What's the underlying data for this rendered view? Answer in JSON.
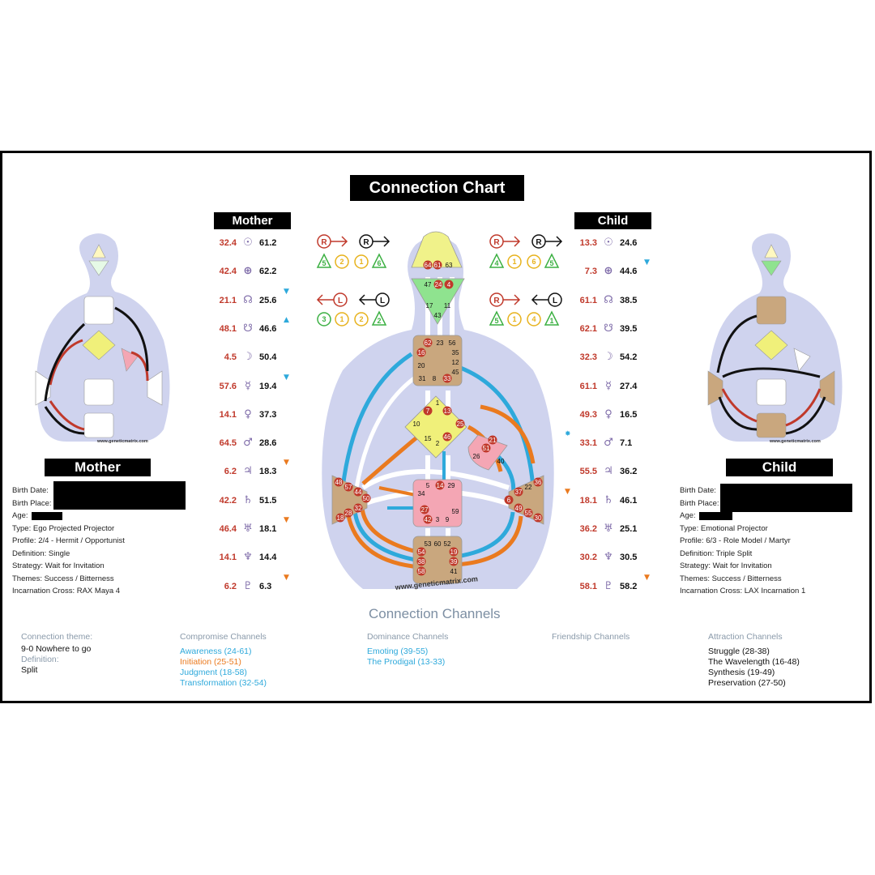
{
  "title": "Connection Chart",
  "mother_label": "Mother",
  "child_label": "Child",
  "watermark": "www.geneticmatrix.com",
  "mother_info": {
    "birth_date_label": "Birth Date:",
    "birth_place_label": "Birth Place:",
    "age_label": "Age:",
    "type": "Type: Ego Projected Projector",
    "profile": "Profile: 2/4 - Hermit / Opportunist",
    "definition": "Definition: Single",
    "strategy": "Strategy: Wait for Invitation",
    "themes": "Themes: Success / Bitterness",
    "cross": "Incarnation Cross: RAX Maya 4"
  },
  "child_info": {
    "birth_date_label": "Birth Date:",
    "birth_place_label": "Birth Place:",
    "age_label": "Age:",
    "type": "Type: Emotional Projector",
    "profile": "Profile: 6/3 - Role Model / Martyr",
    "definition": "Definition: Triple Split",
    "strategy": "Strategy: Wait for Invitation",
    "themes": "Themes: Success / Bitterness",
    "cross": "Incarnation Cross: LAX Incarnation 1"
  },
  "mother_planets": [
    {
      "red": "32.4",
      "glyph": "☉",
      "black": "61.2",
      "mark": ""
    },
    {
      "red": "42.4",
      "glyph": "⊕",
      "black": "62.2",
      "mark": ""
    },
    {
      "red": "21.1",
      "glyph": "☊",
      "black": "25.6",
      "mark": "down-blue"
    },
    {
      "red": "48.1",
      "glyph": "☋",
      "black": "46.6",
      "mark": "up-blue"
    },
    {
      "red": "4.5",
      "glyph": "☽",
      "black": "50.4",
      "mark": ""
    },
    {
      "red": "57.6",
      "glyph": "☿",
      "black": "19.4",
      "mark": "down-blue"
    },
    {
      "red": "14.1",
      "glyph": "♀",
      "black": "37.3",
      "mark": ""
    },
    {
      "red": "64.5",
      "glyph": "♂",
      "black": "28.6",
      "mark": ""
    },
    {
      "red": "6.2",
      "glyph": "♃",
      "black": "18.3",
      "mark": "down-orange"
    },
    {
      "red": "42.2",
      "glyph": "♄",
      "black": "51.5",
      "mark": ""
    },
    {
      "red": "46.4",
      "glyph": "♅",
      "black": "18.1",
      "mark": "down-orange"
    },
    {
      "red": "14.1",
      "glyph": "♆",
      "black": "14.4",
      "mark": ""
    },
    {
      "red": "6.2",
      "glyph": "♇",
      "black": "6.3",
      "mark": "down-orange"
    }
  ],
  "child_planets": [
    {
      "red": "13.3",
      "glyph": "☉",
      "black": "24.6",
      "mark": ""
    },
    {
      "red": "7.3",
      "glyph": "⊕",
      "black": "44.6",
      "mark": "down-blue"
    },
    {
      "red": "61.1",
      "glyph": "☊",
      "black": "38.5",
      "mark": ""
    },
    {
      "red": "62.1",
      "glyph": "☋",
      "black": "39.5",
      "mark": ""
    },
    {
      "red": "32.3",
      "glyph": "☽",
      "black": "54.2",
      "mark": ""
    },
    {
      "red": "61.1",
      "glyph": "☿",
      "black": "27.4",
      "mark": ""
    },
    {
      "red": "49.3",
      "glyph": "♀",
      "black": "16.5",
      "mark": ""
    },
    {
      "red": "33.1",
      "glyph": "♂",
      "black": "7.1",
      "mark": "star-blue-left"
    },
    {
      "red": "55.5",
      "glyph": "♃",
      "black": "36.2",
      "mark": ""
    },
    {
      "red": "18.1",
      "glyph": "♄",
      "black": "46.1",
      "mark": "down-orange-left"
    },
    {
      "red": "36.2",
      "glyph": "♅",
      "black": "25.1",
      "mark": ""
    },
    {
      "red": "30.2",
      "glyph": "♆",
      "black": "30.5",
      "mark": ""
    },
    {
      "red": "58.1",
      "glyph": "♇",
      "black": "58.2",
      "mark": "down-orange"
    }
  ],
  "variables": {
    "mother_top": [
      [
        "5",
        "2"
      ],
      [
        "1",
        "6"
      ]
    ],
    "mother_bottom": [
      [
        "3",
        "1"
      ],
      [
        "2",
        "2"
      ]
    ],
    "child_top": [
      [
        "4",
        "1"
      ],
      [
        "6",
        "5"
      ]
    ],
    "child_bottom": [
      [
        "5",
        "1"
      ],
      [
        "4",
        "1"
      ]
    ],
    "R": "R",
    "L": "L"
  },
  "channels": {
    "title": "Connection Channels",
    "theme_label": "Connection theme:",
    "theme_value": "9-0 Nowhere to go",
    "definition_label": "Definition:",
    "definition_value": "Split",
    "compromise_label": "Compromise Channels",
    "compromise": [
      {
        "text": "Awareness (24-61)",
        "color": "blue"
      },
      {
        "text": "Initiation (25-51)",
        "color": "orange"
      },
      {
        "text": "Judgment (18-58)",
        "color": "blue"
      },
      {
        "text": "Transformation (32-54)",
        "color": "blue"
      }
    ],
    "dominance_label": "Dominance Channels",
    "dominance": [
      {
        "text": "Emoting (39-55)",
        "color": "blue"
      },
      {
        "text": "The Prodigal (13-33)",
        "color": "blue"
      }
    ],
    "friendship_label": "Friendship Channels",
    "attraction_label": "Attraction Channels",
    "attraction": [
      {
        "text": "Struggle (28-38)",
        "color": "black"
      },
      {
        "text": "The Wavelength (16-48)",
        "color": "black"
      },
      {
        "text": "Synthesis (19-49)",
        "color": "black"
      },
      {
        "text": "Preservation (27-50)",
        "color": "black"
      }
    ]
  },
  "gates": {
    "head": [
      "64",
      "61",
      "63"
    ],
    "ajna": [
      "47",
      "24",
      "4",
      "17",
      "11",
      "43"
    ],
    "throat": [
      "62",
      "23",
      "56",
      "16",
      "35",
      "12",
      "20",
      "45",
      "31",
      "8",
      "33"
    ],
    "g": [
      "1",
      "7",
      "13",
      "10",
      "25",
      "15",
      "2",
      "46"
    ],
    "ego": [
      "21",
      "51",
      "26",
      "40"
    ],
    "spleen": [
      "48",
      "57",
      "44",
      "50",
      "32",
      "28",
      "18"
    ],
    "sacral": [
      "5",
      "14",
      "29",
      "34",
      "27",
      "42",
      "3",
      "9",
      "59"
    ],
    "solar": [
      "36",
      "22",
      "37",
      "6",
      "49",
      "55",
      "30"
    ],
    "root": [
      "53",
      "60",
      "52",
      "54",
      "19",
      "38",
      "39",
      "58",
      "41"
    ]
  },
  "colors": {
    "head": "#f0f28a",
    "ajna": "#8fe38f",
    "throat": "#c9a77e",
    "g": "#f0f07a",
    "ego": "#f4a6b4",
    "spleen": "#c9a77e",
    "sacral": "#f4a6b4",
    "solar": "#c9a77e",
    "root": "#c9a77e",
    "body": "#cfd3ee",
    "red": "#c0392b",
    "blue": "#2ea9db",
    "orange": "#ea7a1f"
  }
}
